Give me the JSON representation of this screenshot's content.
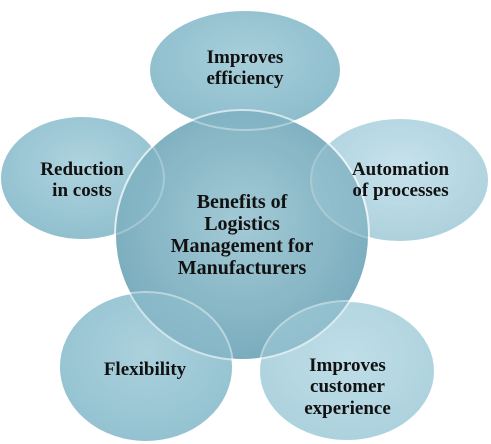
{
  "diagram": {
    "center": {
      "text": "Benefits of\nLogistics\nManagement for\nManufacturers"
    },
    "nodes": [
      {
        "id": "top",
        "text": "Improves\nefficiency"
      },
      {
        "id": "left",
        "text": "Reduction\nin costs"
      },
      {
        "id": "right",
        "text": "Automation\nof processes"
      },
      {
        "id": "bottom-left",
        "text": "Flexibility"
      },
      {
        "id": "bottom-right",
        "text": "Improves\ncustomer\nexperience"
      }
    ]
  },
  "colors": {
    "center_fill": "#7fb2c3",
    "satellite_fill": "#9fcbd8",
    "right_fill": "#b7dbe6",
    "outline": "#ffffff"
  }
}
